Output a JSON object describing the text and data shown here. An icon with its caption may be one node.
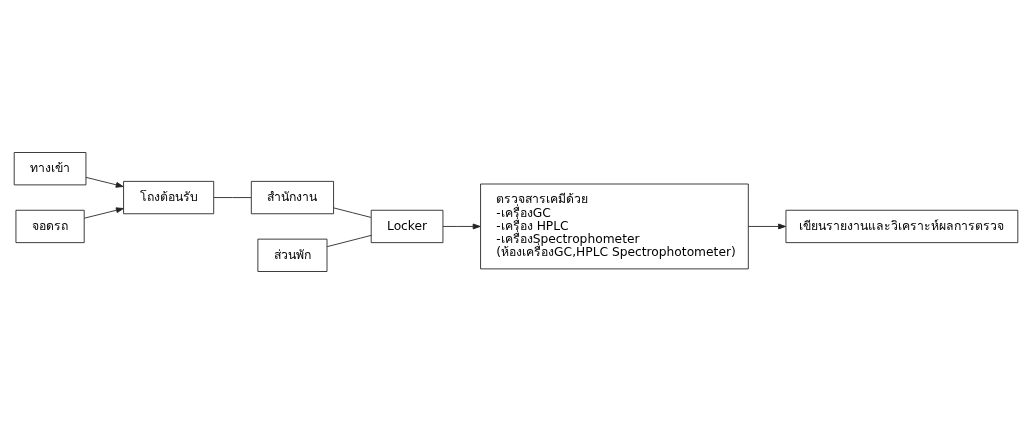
{
  "diagram": {
    "nodes": [
      {
        "text": [
          "ทางเข้า"
        ]
      },
      {
        "text": [
          "จอดรถ"
        ]
      },
      {
        "text": [
          "โถงต้อนรับ"
        ]
      },
      {
        "text": [
          "สำนักงาน"
        ]
      },
      {
        "text": [
          "ส่วนพัก"
        ]
      },
      {
        "text": [
          "Locker"
        ]
      },
      {
        "text": [
          "ตรวจสารเคมีด้วย",
          "-เครื่องGC",
          "-เครื่อง HPLC",
          "-เครื่องSpectrophometer",
          "(ห้องเครื่องGC,HPLC Spectrophotometer)"
        ]
      },
      {
        "text": [
          "เขียนรายงานและวิเคราะห์ผลการตรวจ"
        ]
      }
    ],
    "edges": [
      {
        "from": 0,
        "to": 2,
        "arrow": "to"
      },
      {
        "from": 1,
        "to": 2,
        "arrow": "to"
      },
      {
        "from": 2,
        "to": 3,
        "arrow": "none"
      },
      {
        "from": 3,
        "to": 5,
        "arrow": "none"
      },
      {
        "from": 4,
        "to": 5,
        "arrow": "none"
      },
      {
        "from": 5,
        "to": 6,
        "arrow": "to"
      },
      {
        "from": 6,
        "to": 7,
        "arrow": "to"
      }
    ]
  }
}
